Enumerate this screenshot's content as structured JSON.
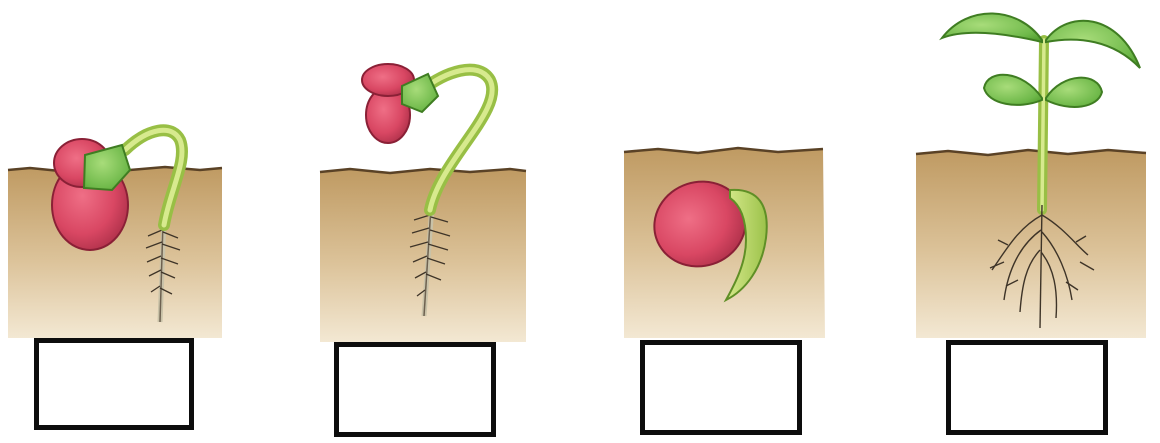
{
  "diagram": {
    "stages": [
      {
        "id": "stage-1",
        "answer": ""
      },
      {
        "id": "stage-2",
        "answer": ""
      },
      {
        "id": "stage-3",
        "answer": ""
      },
      {
        "id": "stage-4",
        "answer": ""
      }
    ]
  },
  "colors": {
    "soil_top": "#bf9a62",
    "soil_bottom": "#f3e8d3",
    "soil_line": "#5a4226",
    "seed": "#d94763",
    "seed_dark": "#a82d46",
    "stem": "#b9d766",
    "leaf": "#7cc24f",
    "leaf_dark": "#4e9a2a",
    "root": "#3e3428",
    "box_border": "#0d0d0d"
  }
}
